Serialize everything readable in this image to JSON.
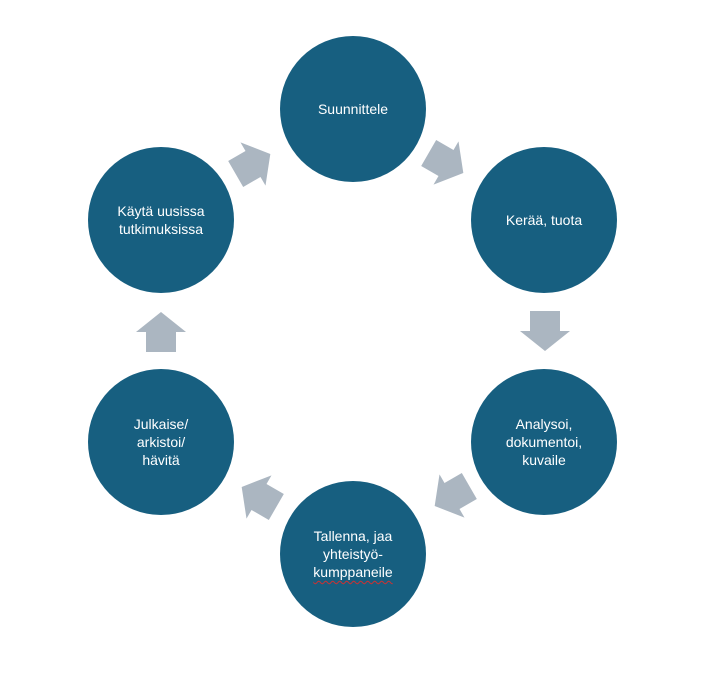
{
  "diagram": {
    "type": "cycle",
    "colors": {
      "node": "#175f80",
      "arrow": "#abb6c1",
      "text": "#ffffff"
    },
    "nodes": [
      {
        "lines": [
          "Suunnittele"
        ]
      },
      {
        "lines": [
          "Kerää, tuota"
        ]
      },
      {
        "lines": [
          "Analysoi,",
          "dokumentoi,",
          "kuvaile"
        ]
      },
      {
        "lines": [
          "Tallenna, jaa",
          "yhteistyö-",
          "kumppaneile"
        ]
      },
      {
        "lines": [
          "Julkaise/",
          "arkistoi/",
          "hävitä"
        ]
      },
      {
        "lines": [
          "Käytä uusissa",
          "tutkimuksissa"
        ]
      }
    ]
  }
}
